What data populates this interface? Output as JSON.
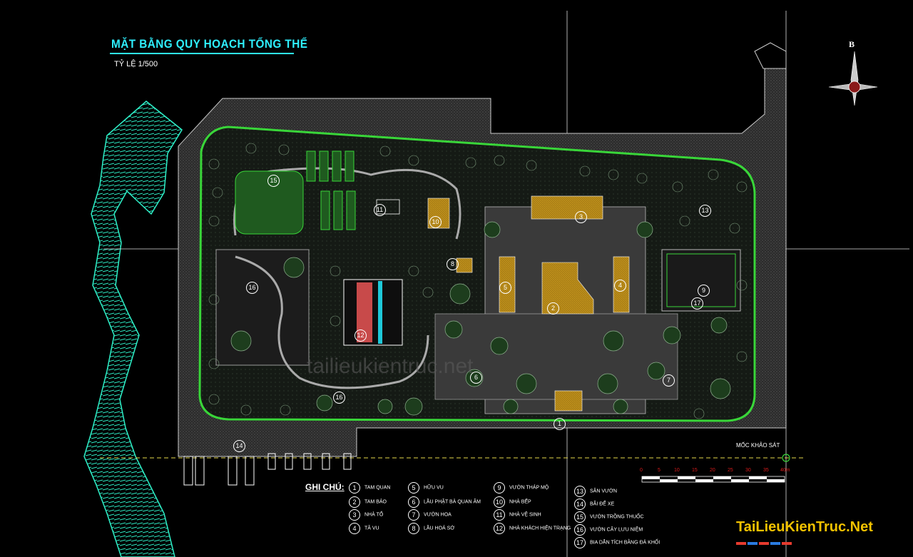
{
  "title": "MẶT BẰNG QUY HOẠCH TỔNG THỂ",
  "scale_text": "TỶ LỆ 1/500",
  "north_label": "B",
  "survey_marker_label": "MỐC KHẢO SÁT",
  "legend_heading": "GHI CHÚ:",
  "legend": [
    {
      "num": "1",
      "label": "TAM QUAN"
    },
    {
      "num": "2",
      "label": "TAM BẢO"
    },
    {
      "num": "3",
      "label": "NHÀ TỔ"
    },
    {
      "num": "4",
      "label": "TĂ VU"
    },
    {
      "num": "5",
      "label": "HỮU VU"
    },
    {
      "num": "6",
      "label": "LẦU PHẬT BÀ QUAN ÂM"
    },
    {
      "num": "7",
      "label": "VƯỜN HOA"
    },
    {
      "num": "8",
      "label": "LẦU HOÁ SỚ"
    },
    {
      "num": "9",
      "label": "VƯỜN THÁP MỘ"
    },
    {
      "num": "10",
      "label": "NHÀ BẾP"
    },
    {
      "num": "11",
      "label": "NHÀ VỆ SINH"
    },
    {
      "num": "12",
      "label": "NHÀ KHÁCH HIỆN TRẠNG"
    },
    {
      "num": "13",
      "label": "SÂN VƯỜN"
    },
    {
      "num": "14",
      "label": "BÃI ĐỂ XE"
    },
    {
      "num": "15",
      "label": "VƯỜN TRỒNG THUỐC"
    },
    {
      "num": "16",
      "label": "VƯỜN CÂY LƯU NIỆM"
    },
    {
      "num": "17",
      "label": "BIA DẪN TÍCH BẰNG ĐÁ KHỐI"
    }
  ],
  "scale_bar_ticks": [
    "0",
    "5",
    "10",
    "15",
    "20",
    "25",
    "30",
    "35",
    "40m"
  ],
  "zone_labels": [
    "1",
    "2",
    "3",
    "4",
    "5",
    "6",
    "7",
    "8",
    "9",
    "10",
    "11",
    "12",
    "13",
    "14",
    "15",
    "16",
    "16",
    "17"
  ],
  "watermark": "tailieukientruc.net",
  "brand": "TaiLieuKienTruc.Net",
  "colors": {
    "cyan": "#2ef0ff",
    "green": "#39d639",
    "amber": "#c99a1e",
    "grey": "#8c8c8c",
    "red": "#d81b1b"
  }
}
